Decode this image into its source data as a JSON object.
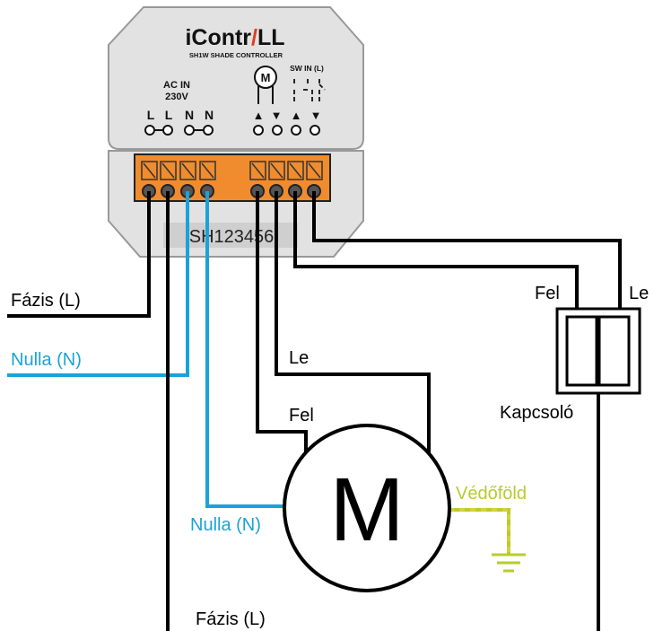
{
  "device": {
    "brand_prefix": "iContr",
    "brand_suffix": "LL",
    "model": "SH1W  SHADE CONTROLLER",
    "serial": "SH123456",
    "ac_in_label": "AC IN",
    "voltage_label": "230V",
    "sw_in_label": "SW IN (L)",
    "motor_symbol": "M",
    "terminal_letters": [
      "L",
      "L",
      "N",
      "N"
    ],
    "up_arrow": "▲",
    "down_arrow": "▼"
  },
  "labels": {
    "phase_left": "Fázis (L)",
    "neutral_left": "Nulla (N)",
    "le_motor": "Le",
    "fel_motor": "Fel",
    "switch_fel": "Fel",
    "switch_le": "Le",
    "switch_name": "Kapcsoló",
    "earth": "Védőföld",
    "neutral_motor": "Nulla (N)",
    "phase_bottom": "Fázis (L)"
  },
  "motor": {
    "symbol": "M"
  },
  "colors": {
    "neutral": "#1ba2d8",
    "earth": "#b8cc2c",
    "terminal_block": "#f08c2e",
    "logo_accent": "#e23b1e",
    "wire": "#000000",
    "device_body": "#e2e2e2"
  }
}
